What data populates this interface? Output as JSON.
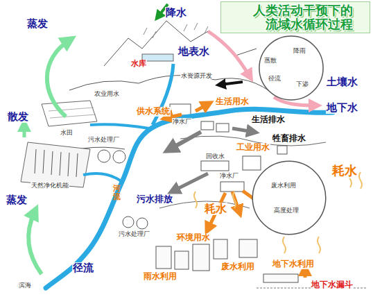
{
  "diagram": {
    "title": "人类活动干预下的 流域水循环过程",
    "nodes": [
      {
        "text": [
          "蒸散",
          "降雨",
          "径流",
          "下渗"
        ]
      },
      {
        "text": [
          "废水利用",
          "高度处理"
        ]
      }
    ],
    "labels": [
      "降水",
      "蒸发",
      "地表水",
      "水库",
      "土壤水",
      "地下水",
      "散发",
      "生活用水",
      "供水系统",
      "生活排水",
      "牲畜排水",
      "工业用水",
      "耗水",
      "蒸发",
      "河流",
      "污水排放",
      "耗水",
      "环境用水",
      "雨水利用",
      "废水利用",
      "地下水利用",
      "地下水漏斗",
      "径流",
      "水资源开发",
      "农业用水",
      "水田",
      "净水厂",
      "污水处理厂",
      "天然净化机能",
      "回收水",
      "净水厂",
      "污水处理厂",
      "滨海"
    ]
  }
}
